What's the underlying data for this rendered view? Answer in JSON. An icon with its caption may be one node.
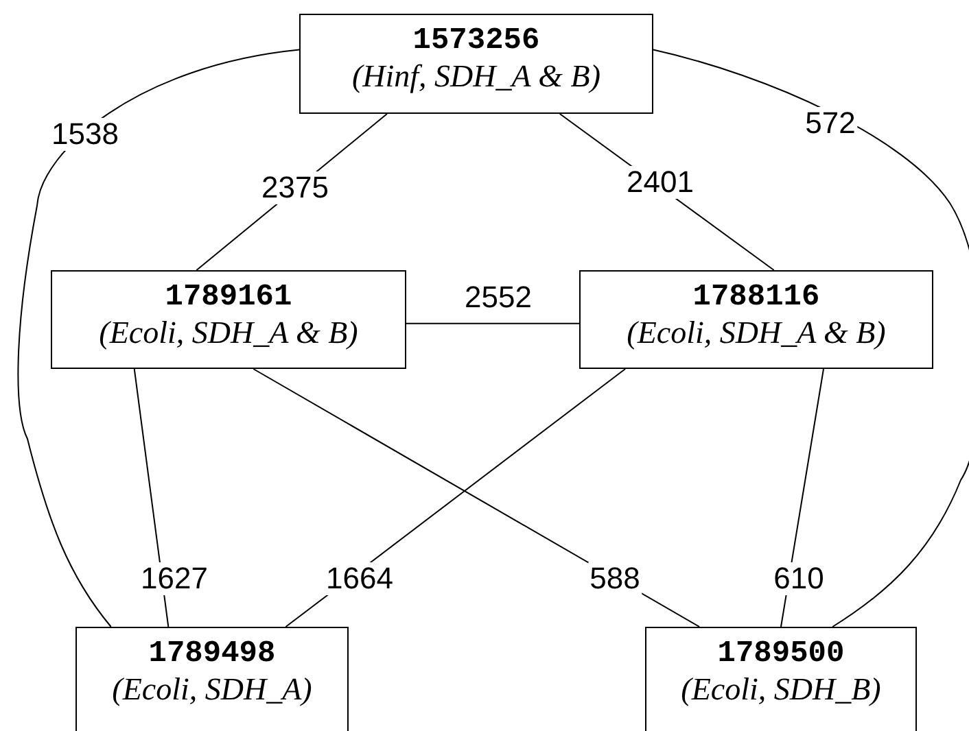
{
  "diagram": {
    "nodes": [
      {
        "text": [
          "1573256",
          "(Hinf, SDH_A & B)"
        ]
      },
      {
        "text": [
          "1789161",
          "(Ecoli, SDH_A & B)"
        ]
      },
      {
        "text": [
          "1788116",
          "(Ecoli, SDH_A & B)"
        ]
      },
      {
        "text": [
          "1789498",
          "(Ecoli, SDH_A)"
        ]
      },
      {
        "text": [
          "1789500",
          "(Ecoli, SDH_B)"
        ]
      }
    ],
    "edges": [
      {
        "from": 0,
        "to": 1,
        "arrow": "none",
        "label": "2375"
      },
      {
        "from": 0,
        "to": 2,
        "arrow": "none",
        "label": "2401"
      },
      {
        "from": 1,
        "to": 2,
        "arrow": "none",
        "label": "2552"
      },
      {
        "from": 0,
        "to": 3,
        "arrow": "none",
        "label": "1538"
      },
      {
        "from": 0,
        "to": 4,
        "arrow": "none",
        "label": "572"
      },
      {
        "from": 1,
        "to": 3,
        "arrow": "none",
        "label": "1627"
      },
      {
        "from": 2,
        "to": 3,
        "arrow": "none",
        "label": "1664"
      },
      {
        "from": 1,
        "to": 4,
        "arrow": "none",
        "label": "588"
      },
      {
        "from": 2,
        "to": 4,
        "arrow": "none",
        "label": "610"
      }
    ]
  }
}
